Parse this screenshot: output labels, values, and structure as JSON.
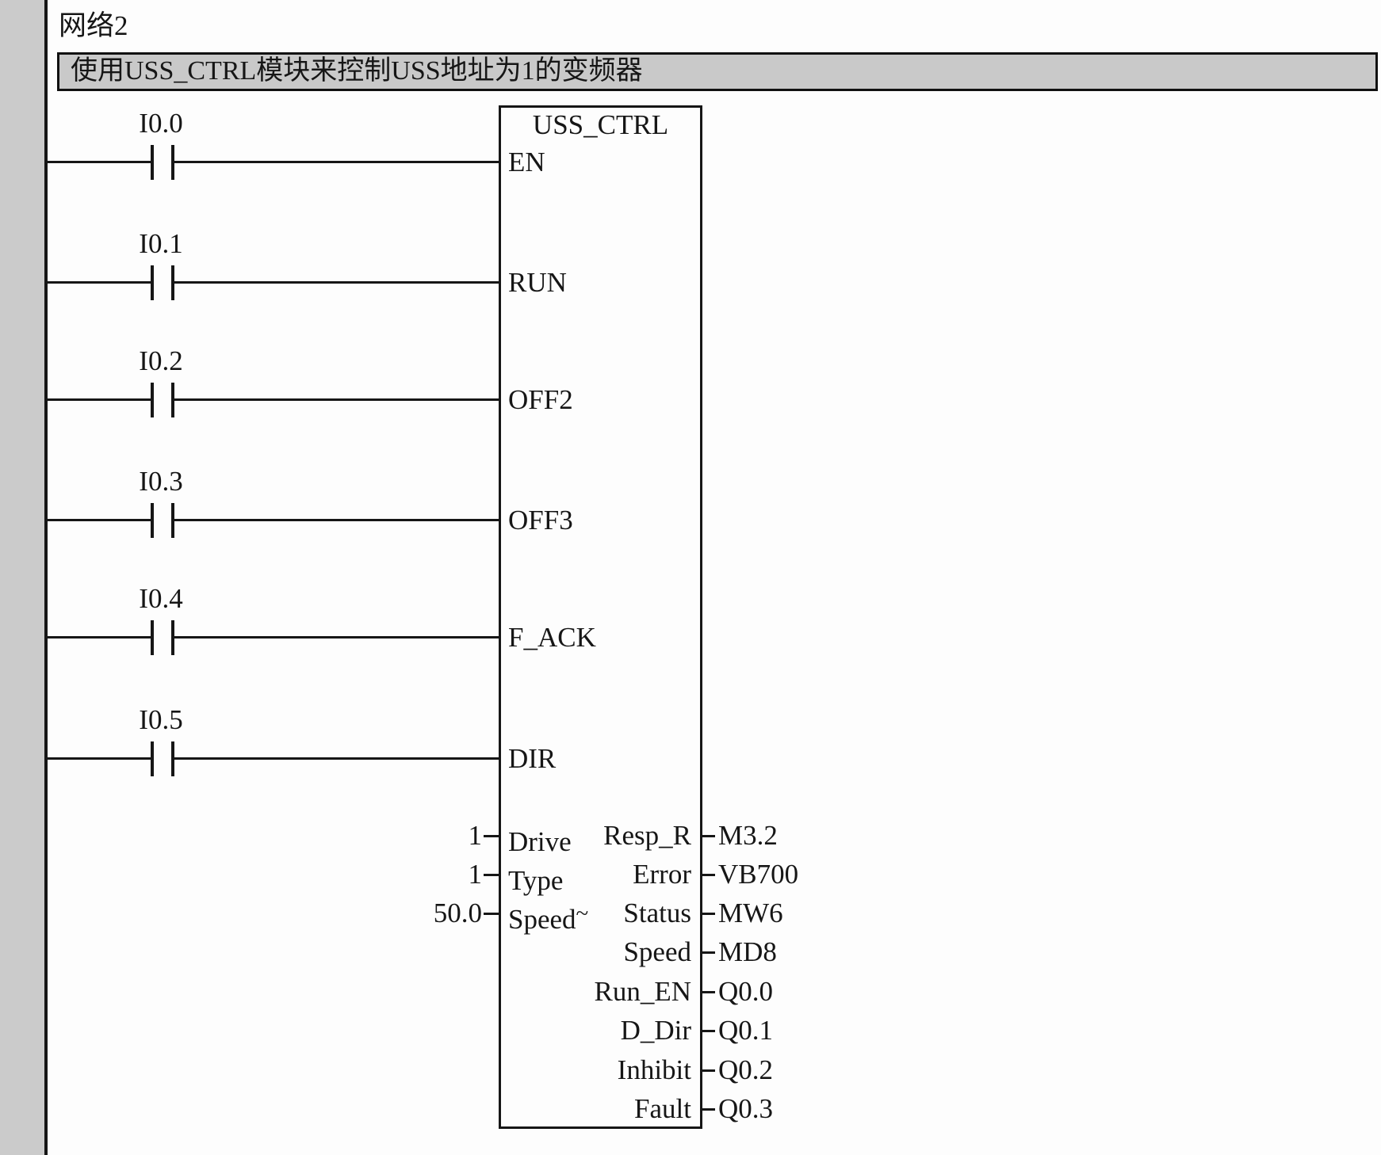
{
  "network": {
    "title": "网络2",
    "comment": "使用USS_CTRL模块来控制USS地址为1的变频器"
  },
  "ladder": {
    "rungs": [
      {
        "contact_label": "I0.0",
        "block_input": "EN"
      },
      {
        "contact_label": "I0.1",
        "block_input": "RUN"
      },
      {
        "contact_label": "I0.2",
        "block_input": "OFF2"
      },
      {
        "contact_label": "I0.3",
        "block_input": "OFF3"
      },
      {
        "contact_label": "I0.4",
        "block_input": "F_ACK"
      },
      {
        "contact_label": "I0.5",
        "block_input": "DIR"
      }
    ]
  },
  "block": {
    "title": "USS_CTRL",
    "params": [
      {
        "value": "1",
        "name": "Drive",
        "suffix": ""
      },
      {
        "value": "1",
        "name": "Type",
        "suffix": ""
      },
      {
        "value": "50.0",
        "name": "Speed",
        "suffix": "~"
      }
    ],
    "outputs": [
      {
        "name": "Resp_R",
        "operand": "M3.2"
      },
      {
        "name": "Error",
        "operand": "VB700"
      },
      {
        "name": "Status",
        "operand": "MW6"
      },
      {
        "name": "Speed",
        "operand": "MD8"
      },
      {
        "name": "Run_EN",
        "operand": "Q0.0"
      },
      {
        "name": "D_Dir",
        "operand": "Q0.1"
      },
      {
        "name": "Inhibit",
        "operand": "Q0.2"
      },
      {
        "name": "Fault",
        "operand": "Q0.3"
      }
    ]
  },
  "colors": {
    "line": "#161616",
    "margin_band": "#cbcbcb",
    "comment_bg": "#c9c9c9",
    "background": "#fdfdfd"
  }
}
